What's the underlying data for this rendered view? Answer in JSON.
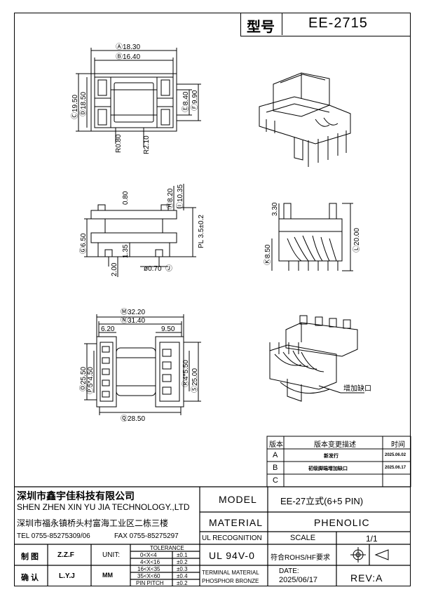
{
  "header": {
    "model_label": "型号",
    "model_value": "EE-2715"
  },
  "view_top": {
    "dims": [
      "Ⓐ18.30",
      "Ⓑ16.40",
      "Ⓒ19.50",
      "Ⓓ18.50",
      "Ⓔ8.40",
      "Ⓕ9.90",
      "R0.80",
      "R2.10"
    ]
  },
  "view_side": {
    "dims": [
      "0.80",
      "Ⓗ8.20",
      "Ⓘ10.35",
      "PL 3.5±0.2",
      "Ⓖ6.50",
      "1.35",
      "2.00",
      "ø0.70",
      "Ⓙ"
    ]
  },
  "view_front": {
    "dims": [
      "3.30",
      "Ⓚ8.50",
      "Ⓛ20.00"
    ]
  },
  "view_bottom": {
    "dims": [
      "Ⓜ32.20",
      "Ⓝ31.40",
      "6.20",
      "9.50",
      "Ⓞ25.50",
      "Ⓟ5*4.50",
      "Ⓡ4*5.50",
      "Ⓢ25.00",
      "Ⓠ28.50"
    ]
  },
  "view_iso2": {
    "callout": "增加缺口"
  },
  "revision": {
    "headers": [
      "版本",
      "版本变更描述",
      "时间"
    ],
    "rows": [
      {
        "ver": "A",
        "desc": "新发行",
        "date": "2025.06.02"
      },
      {
        "ver": "B",
        "desc": "初级脚端增加缺口",
        "date": "2025.06.17"
      },
      {
        "ver": "C",
        "desc": "",
        "date": ""
      }
    ]
  },
  "company": {
    "name_cn": "深圳市鑫宇佳科技有限公司",
    "name_en": "SHEN ZHEN XIN YU JIA TECHNOLOGY.,LTD",
    "address": "深圳市福永镇桥头村富海工业区二栋三楼",
    "tel": "TEL 0755-85275309/06",
    "fax": "FAX 0755-85275297"
  },
  "signoff": {
    "draw_label": "制 图",
    "draw_name": "Z.Z.F",
    "check_label": "确 认",
    "check_name": "L.Y.J",
    "unit_label": "UNIT:",
    "unit_value": "MM"
  },
  "tolerance": {
    "title": "TOLERANCE",
    "rows": [
      {
        "range": "0<X<4",
        "tol": "±0.1"
      },
      {
        "range": "4<X<16",
        "tol": "±0.2"
      },
      {
        "range": "16<X<35",
        "tol": "±0.3"
      },
      {
        "range": "35<X<60",
        "tol": "±0.4"
      },
      {
        "range": "PIN PITCH",
        "tol": "±0.2"
      }
    ]
  },
  "spec": {
    "model_label": "MODEL",
    "model_value": "EE-27立式(6+5 PIN)",
    "material_label": "MATERIAL",
    "material_value": "PHENOLIC",
    "ul_label": "UL RECOGNITION",
    "ul_value": "UL 94V-0",
    "scale_label": "SCALE",
    "scale_value": "1/1",
    "rohs": "符合ROHS/HF要求",
    "terminal_label_1": "TERMINAL MATERIAL",
    "terminal_label_2": "PHOSPHOR BRONZE",
    "date_label": "DATE:",
    "date_value": "2025/06/17",
    "rev": "REV:A"
  }
}
